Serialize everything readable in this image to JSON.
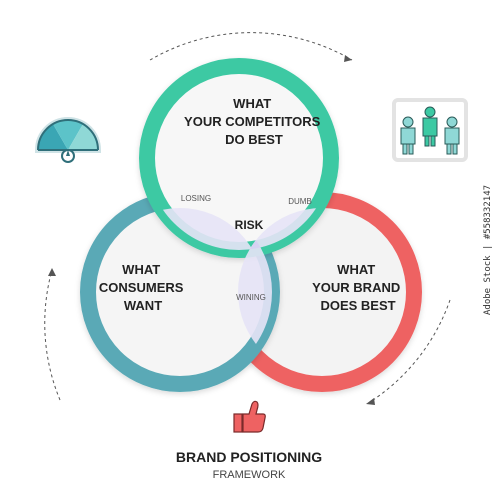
{
  "circles": {
    "competitors": {
      "lines": [
        "WHAT",
        "YOUR COMPETITORS",
        "DO BEST"
      ],
      "color": "#3cc9a3"
    },
    "consumers": {
      "lines": [
        "WHAT",
        "CONSUMERS",
        "WANT"
      ],
      "color": "#5aa9b6"
    },
    "brand": {
      "lines": [
        "WHAT",
        "YOUR BRAND",
        "DOES BEST"
      ],
      "color": "#ee6262"
    }
  },
  "overlaps": {
    "losing": "LOSING",
    "dumb": "DUMB",
    "risk": "RISK",
    "wining": "WINING"
  },
  "footer": {
    "title": "BRAND POSITIONING",
    "subtitle": "FRAMEWORK"
  },
  "side_stamp": "Adobe Stock | #558332147",
  "icons": [
    "gauge-icon",
    "people-podium-icon",
    "thumbs-up-icon"
  ]
}
